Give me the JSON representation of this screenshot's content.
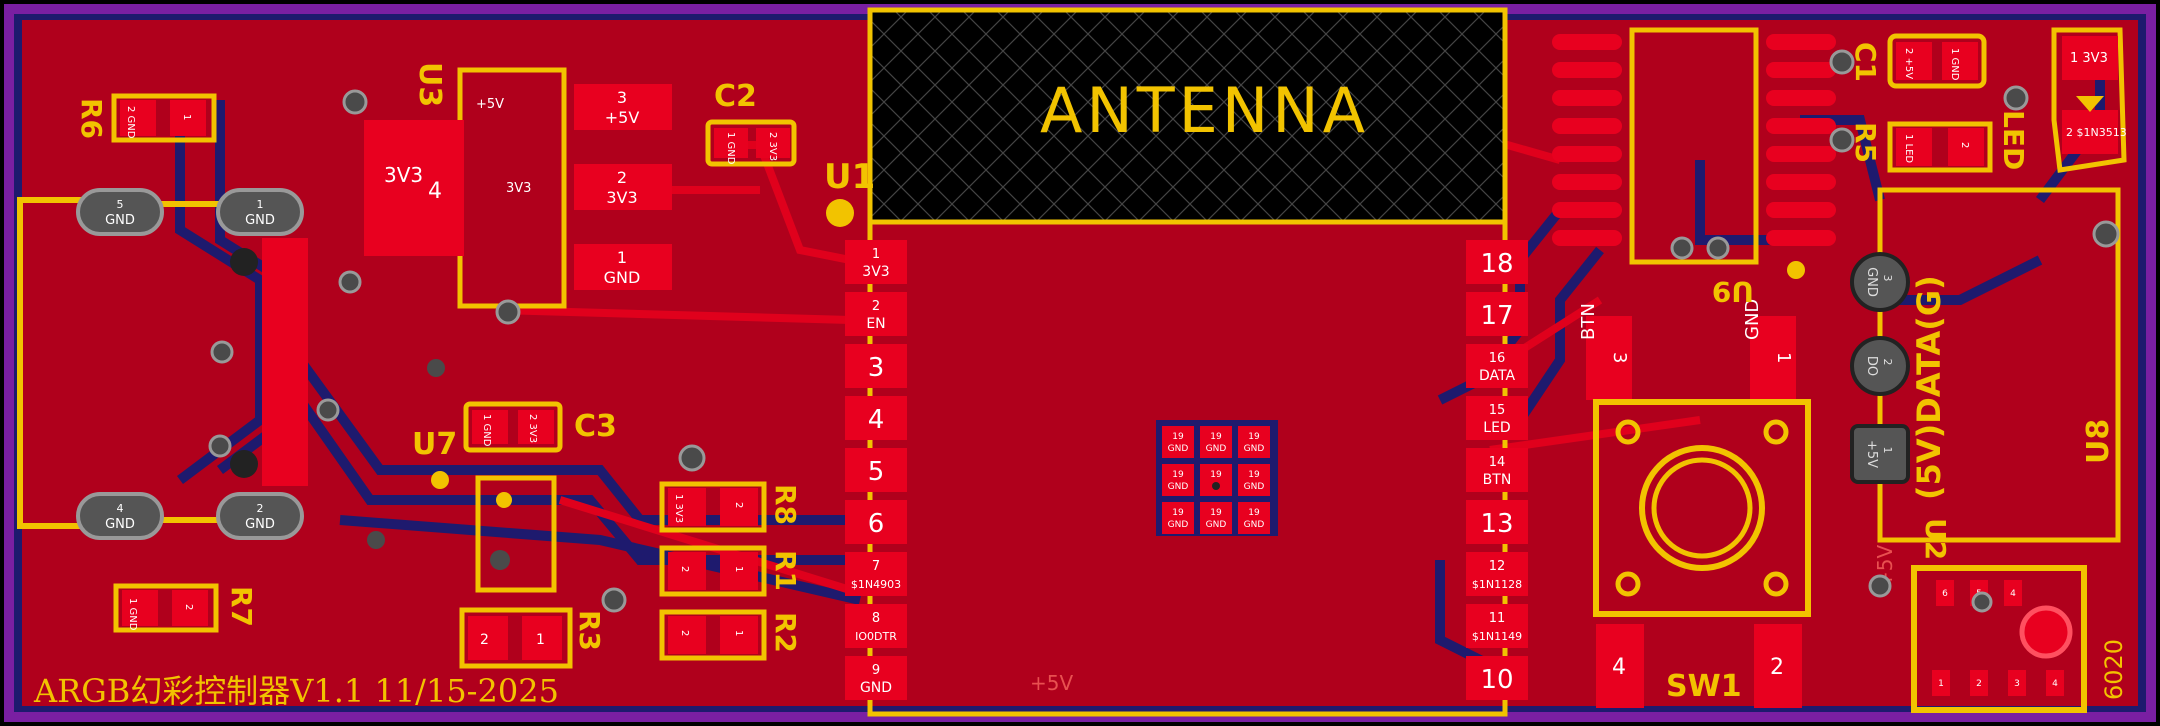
{
  "colors": {
    "background": "#000000",
    "outline": "#7a1fa2",
    "copper_top": "#c8001e",
    "copper_fill": "#b0001c",
    "copper_bottom": "#1e1a6e",
    "silkscreen": "#f2c300",
    "pad": "#e8001f",
    "pad_text": "#ffffff",
    "drill": "#4a4a4a"
  },
  "board": {
    "title": "ARGB幻彩控制器V1.1 11/15-2025",
    "plus5v_label": "+5V"
  },
  "antenna": {
    "label": "ANTENNA"
  },
  "u1": {
    "ref": "U1",
    "left_pins": [
      {
        "num": "1",
        "name": "3V3"
      },
      {
        "num": "2",
        "name": "EN"
      },
      {
        "num": "3",
        "name": ""
      },
      {
        "num": "4",
        "name": ""
      },
      {
        "num": "5",
        "name": ""
      },
      {
        "num": "6",
        "name": ""
      },
      {
        "num": "7",
        "name": "$1N4903"
      },
      {
        "num": "8",
        "name": "IO0DTR"
      },
      {
        "num": "9",
        "name": "GND"
      }
    ],
    "right_pins": [
      {
        "num": "18",
        "name": ""
      },
      {
        "num": "17",
        "name": ""
      },
      {
        "num": "16",
        "name": "DATA"
      },
      {
        "num": "15",
        "name": "LED"
      },
      {
        "num": "14",
        "name": "BTN"
      },
      {
        "num": "13",
        "name": ""
      },
      {
        "num": "12",
        "name": "$1N1128"
      },
      {
        "num": "11",
        "name": "$1N1149"
      },
      {
        "num": "10",
        "name": ""
      }
    ],
    "gnd_grid": [
      "19 GND",
      "19 GND",
      "19 GND",
      "19 GND",
      "19",
      "19 GND",
      "19 GND",
      "19 GND",
      "19 GND"
    ]
  },
  "u3": {
    "ref": "U3",
    "tab": {
      "num": "4",
      "name": "3V3"
    },
    "pins": [
      {
        "num": "3",
        "name": "+5V"
      },
      {
        "num": "2",
        "name": "3V3"
      },
      {
        "num": "1",
        "name": "GND"
      }
    ],
    "net_5v": "+5V",
    "net_3v3": "3V3"
  },
  "c2": {
    "ref": "C2",
    "pin1": "1 GND",
    "pin2": "2 3V3"
  },
  "c3": {
    "ref": "C3",
    "pin1": "1 GND",
    "pin2": "2 3V3"
  },
  "c1": {
    "ref": "C1",
    "pin1": "2 +5V",
    "pin2": "1 GND"
  },
  "u7": {
    "ref": "U7",
    "pins": [
      "2",
      "1"
    ]
  },
  "usb": {
    "pads": [
      {
        "num": "5",
        "name": "GND"
      },
      {
        "num": "1",
        "name": "GND"
      },
      {
        "num": "4",
        "name": "GND"
      },
      {
        "num": "2",
        "name": "GND"
      }
    ]
  },
  "r6": {
    "ref": "R6",
    "pin1": "2 GND",
    "pin2": "1"
  },
  "r7": {
    "ref": "R7",
    "pin1": "1 GND",
    "pin2": "2"
  },
  "r8": {
    "ref": "R8",
    "pin1": "1 3V3",
    "pin2": "2"
  },
  "r1": {
    "ref": "R1",
    "pin1": "2",
    "pin2": "1"
  },
  "r3": {
    "ref": "R3"
  },
  "r2": {
    "ref": "R2",
    "pin1": "2",
    "pin2": "1"
  },
  "r5": {
    "ref": "R5",
    "pin1": "1 LED",
    "pin2": "2"
  },
  "led": {
    "ref": "LED",
    "pin1": "1 3V3",
    "pin2": "2 $1N3513"
  },
  "u9": {
    "ref": "U9",
    "pin_btn": {
      "num": "3",
      "name": "BTN"
    },
    "pin_gnd": {
      "num": "1",
      "name": "GND"
    }
  },
  "sw1": {
    "ref": "SW1",
    "pin4": "4",
    "pin2": "2"
  },
  "u8": {
    "ref": "U8",
    "label": "(5V)DATA(G)",
    "pads": [
      {
        "num": "3",
        "name": "GND"
      },
      {
        "num": "2",
        "name": "DO"
      },
      {
        "num": "1",
        "name": "+5V"
      }
    ]
  },
  "u2": {
    "ref": "U2",
    "part": "6020",
    "pins_top": [
      "6",
      "5",
      "4"
    ],
    "pins_bottom": [
      "1",
      "2",
      "3",
      "4"
    ]
  },
  "side_5v": "+5V"
}
